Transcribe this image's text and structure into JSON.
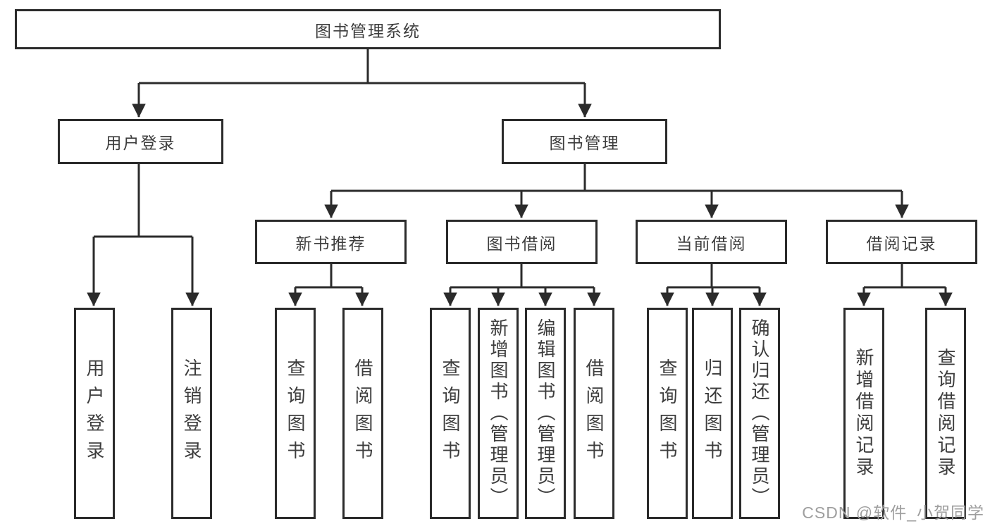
{
  "diagram": {
    "type": "hierarchy-tree",
    "root": {
      "label": "图书管理系统",
      "children": [
        {
          "label": "用户登录",
          "children": [
            {
              "label": "用户登录"
            },
            {
              "label": "注销登录"
            }
          ]
        },
        {
          "label": "图书管理",
          "children": [
            {
              "label": "新书推荐",
              "children": [
                {
                  "label": "查询图书"
                },
                {
                  "label": "借阅图书"
                }
              ]
            },
            {
              "label": "图书借阅",
              "children": [
                {
                  "label": "查询图书"
                },
                {
                  "label": "新增图书（管理员）"
                },
                {
                  "label": "编辑图书（管理员）"
                },
                {
                  "label": "借阅图书"
                }
              ]
            },
            {
              "label": "当前借阅",
              "children": [
                {
                  "label": "查询图书"
                },
                {
                  "label": "归还图书"
                },
                {
                  "label": "确认归还（管理员）"
                }
              ]
            },
            {
              "label": "借阅记录",
              "children": [
                {
                  "label": "新增借阅记录"
                },
                {
                  "label": "查询借阅记录"
                }
              ]
            }
          ]
        }
      ]
    }
  },
  "watermark": {
    "text": "CSDN @软件_小贺同学",
    "color": "#9e9e9e"
  },
  "colors": {
    "line": "#2b2b2b",
    "box_border": "#2b2b2b",
    "box_background": "#ffffff",
    "text": "#3d3d3d",
    "page_background": "#ffffff"
  }
}
